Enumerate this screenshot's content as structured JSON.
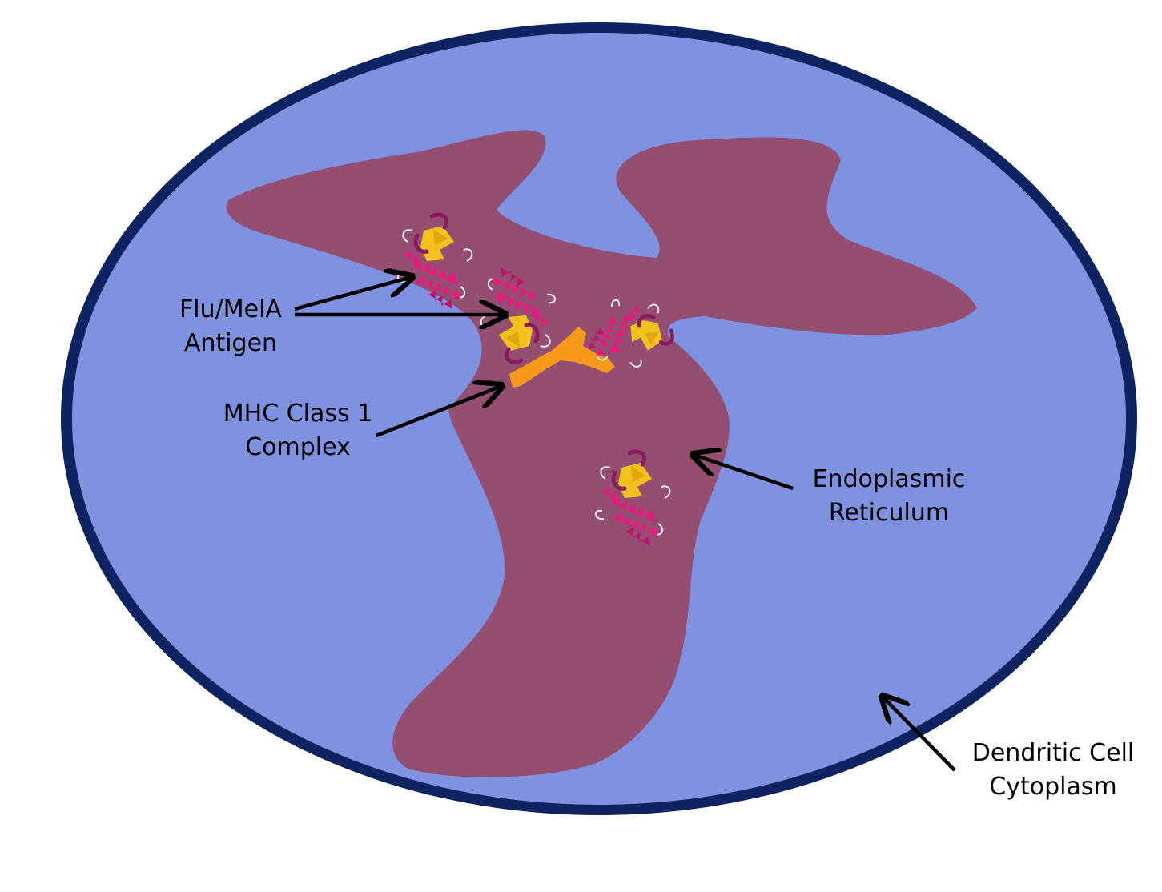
{
  "colors": {
    "cell_border": "#0e2462",
    "cytoplasm": "#7f92e0",
    "endoplasmic_reticulum": "#934e72",
    "mhc_complex": "#f79a1c",
    "antigen_helix": "#e8197d",
    "antigen_sheet": "#f3c11c",
    "arrow": "#000000"
  },
  "icons": {
    "antigen": "protein-ribbon-icon",
    "mhc": "mhc-class-1-shape"
  },
  "labels": {
    "antigen": {
      "line1": "Flu/MelA",
      "line2": "Antigen"
    },
    "mhc": {
      "line1": "MHC Class 1",
      "line2": "Complex"
    },
    "er": {
      "line1": "Endoplasmic",
      "line2": "Reticulum"
    },
    "cytoplasm": {
      "line1": "Dendritic Cell",
      "line2": "Cytoplasm"
    }
  }
}
